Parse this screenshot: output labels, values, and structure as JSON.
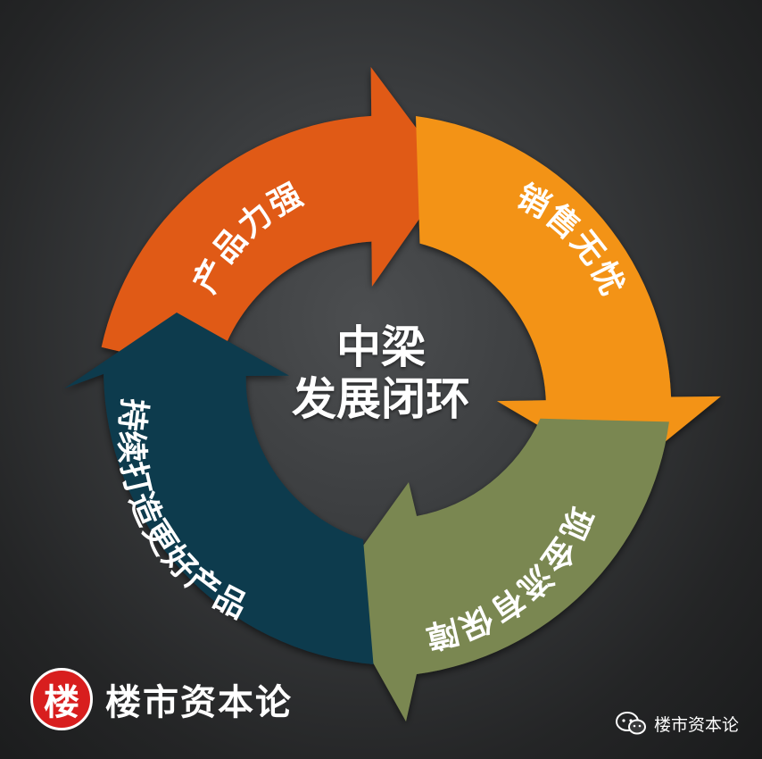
{
  "center": {
    "line1": "中梁",
    "line2": "发展闭环"
  },
  "segments": [
    {
      "label": "产品力强",
      "color": "#e05a17"
    },
    {
      "label": "销售无忧",
      "color": "#f39314"
    },
    {
      "label": "现金流有保障",
      "color": "#7a8751"
    },
    {
      "label": "持续打造更好产品",
      "color": "#0e3a4d"
    }
  ],
  "brand": {
    "badge": "楼",
    "name": "楼市资本论",
    "badge_color": "#d81e1e"
  },
  "watermark": {
    "text": "楼市资本论",
    "icon": "wechat-icon"
  }
}
